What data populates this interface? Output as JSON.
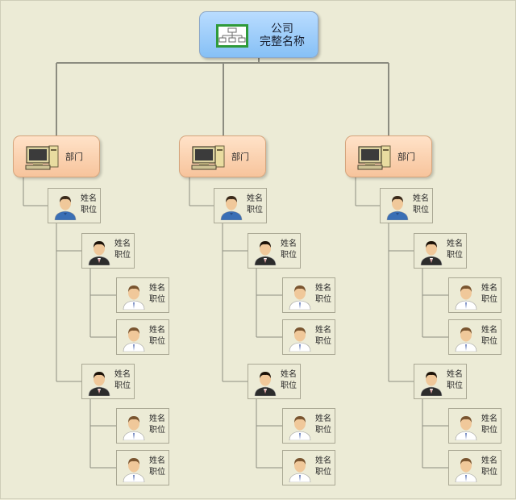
{
  "company": {
    "logo_icon": "org-chart-icon",
    "name_line1": "公司",
    "name_line2": "完整名称",
    "color": "#9ccdfb"
  },
  "departments": [
    {
      "label": "部门",
      "icon": "computer-icon",
      "head": {
        "name": "姓名",
        "title": "职位",
        "avatar": "person-blue-icon"
      },
      "managers": [
        {
          "name": "姓名",
          "title": "职位",
          "avatar": "person-suit-icon",
          "staff": [
            {
              "name": "姓名",
              "title": "职位",
              "avatar": "person-shirt-icon"
            },
            {
              "name": "姓名",
              "title": "职位",
              "avatar": "person-shirt-icon"
            }
          ]
        },
        {
          "name": "姓名",
          "title": "职位",
          "avatar": "person-suit-icon",
          "staff": [
            {
              "name": "姓名",
              "title": "职位",
              "avatar": "person-shirt-icon"
            },
            {
              "name": "姓名",
              "title": "职位",
              "avatar": "person-shirt-icon"
            }
          ]
        }
      ]
    },
    {
      "label": "部门",
      "icon": "computer-icon",
      "head": {
        "name": "姓名",
        "title": "职位",
        "avatar": "person-blue-icon"
      },
      "managers": [
        {
          "name": "姓名",
          "title": "职位",
          "avatar": "person-suit-icon",
          "staff": [
            {
              "name": "姓名",
              "title": "职位",
              "avatar": "person-shirt-icon"
            },
            {
              "name": "姓名",
              "title": "职位",
              "avatar": "person-shirt-icon"
            }
          ]
        },
        {
          "name": "姓名",
          "title": "职位",
          "avatar": "person-suit-icon",
          "staff": [
            {
              "name": "姓名",
              "title": "职位",
              "avatar": "person-shirt-icon"
            },
            {
              "name": "姓名",
              "title": "职位",
              "avatar": "person-shirt-icon"
            }
          ]
        }
      ]
    },
    {
      "label": "部门",
      "icon": "computer-icon",
      "head": {
        "name": "姓名",
        "title": "职位",
        "avatar": "person-blue-icon"
      },
      "managers": [
        {
          "name": "姓名",
          "title": "职位",
          "avatar": "person-suit-icon",
          "staff": [
            {
              "name": "姓名",
              "title": "职位",
              "avatar": "person-shirt-icon"
            },
            {
              "name": "姓名",
              "title": "职位",
              "avatar": "person-shirt-icon"
            }
          ]
        },
        {
          "name": "姓名",
          "title": "职位",
          "avatar": "person-suit-icon",
          "staff": [
            {
              "name": "姓名",
              "title": "职位",
              "avatar": "person-shirt-icon"
            },
            {
              "name": "姓名",
              "title": "职位",
              "avatar": "person-shirt-icon"
            }
          ]
        }
      ]
    }
  ],
  "colors": {
    "background": "#ecebd6",
    "company_box": "#9ccdfb",
    "department_box": "#fbd1ae",
    "connector": "#8c8c80",
    "head_shirt": "#3a6fb5",
    "manager_suit": "#2c2c2c",
    "staff_shirt": "#ffffff"
  }
}
